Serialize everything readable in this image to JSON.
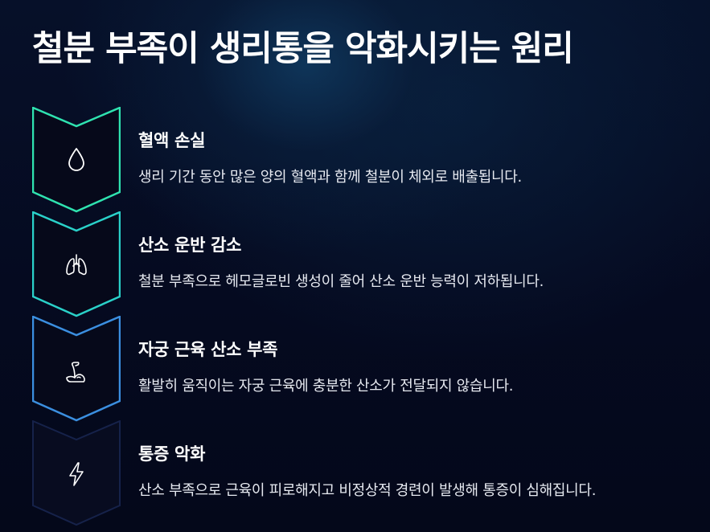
{
  "title": "철분 부족이 생리통을 악화시키는 원리",
  "colors": {
    "step1_border": "#2fe3b0",
    "step2_border": "#2ad1c9",
    "step3_border": "#3b8fe0",
    "step4_border": "#16224a"
  },
  "steps": [
    {
      "icon": "droplet-icon",
      "title": "혈액 손실",
      "description": "생리 기간 동안 많은 양의 혈액과 함께 철분이 체외로 배출됩니다."
    },
    {
      "icon": "lungs-icon",
      "title": "산소 운반 감소",
      "description": "철분 부족으로 헤모글로빈 생성이 줄어 산소 운반 능력이 저하됩니다."
    },
    {
      "icon": "flexed-arm-icon",
      "title": "자궁 근육 산소 부족",
      "description": "활발히 움직이는 자궁 근육에 충분한 산소가 전달되지 않습니다."
    },
    {
      "icon": "lightning-bolt-icon",
      "title": "통증 악화",
      "description": "산소 부족으로 근육이 피로해지고 비정상적 경련이 발생해 통증이 심해집니다."
    }
  ]
}
